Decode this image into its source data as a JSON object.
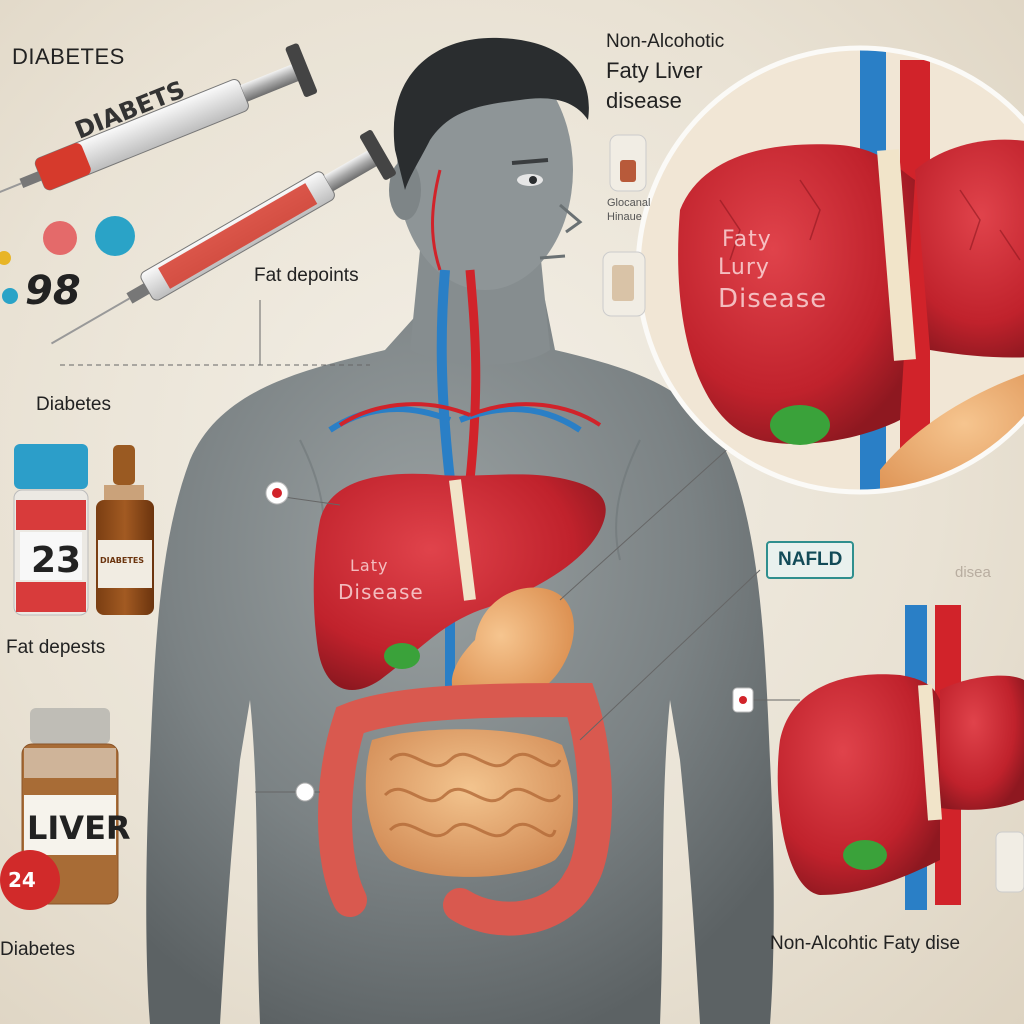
{
  "labels": {
    "diabetes_top": "DIABETES",
    "syringe_text": "DIABETS",
    "readout": "98",
    "fat_deposits_top": "Fat depoints",
    "diabetes_mid": "Diabetes",
    "bottle_number": "23",
    "small_bottle_text": "DIABETES",
    "fat_deposits_mid": "Fat depests",
    "jar_label": "LIVER",
    "badge_number": "24",
    "diabetes_bottom": "Diabetes",
    "title_line1": "Non-Alcohotic",
    "title_line2": "Faty Liver",
    "title_line3": "disease",
    "small_label_1": "Glocanal",
    "small_label_2": "Hinaue",
    "zoom_liver_line1": "Faty",
    "zoom_liver_line2": "Lury",
    "zoom_liver_line3": "Disease",
    "body_liver_line1": "Laty",
    "body_liver_line2": "Disease",
    "nafld_badge": "NAFLD",
    "faded_text": "disea",
    "bottom_caption": "Non-Alcohtic Faty dise"
  },
  "colors": {
    "liver": "#c4262f",
    "vein": "#2a7fc6",
    "artery": "#d1232a",
    "skin": "#7d8486",
    "badge_border": "#2f8f8e"
  }
}
